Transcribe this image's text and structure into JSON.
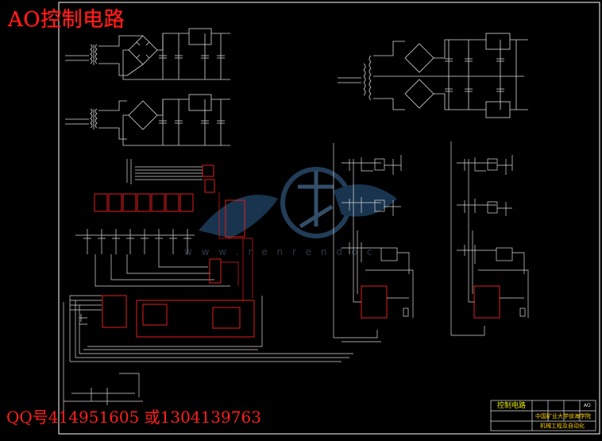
{
  "drawing": {
    "overlay_title": "AO控制电路",
    "contact_line": "QQ号414951605 或1304139763",
    "watermark_domain": "w w w . r e n r e n d o c"
  },
  "title_block": {
    "drawing_name": "控制电路",
    "school_line1": "中国矿业大学徐海学院",
    "school_line2": "机械工程及自动化",
    "code": "AO"
  },
  "colors": {
    "background": "#000000",
    "frame": "#ffffff",
    "wire": "#d8d8d8",
    "highlight": "#e01e1e",
    "component": "#ffffff",
    "watermark": "#7aa7d6",
    "overlay_text": "#ff1e1e"
  },
  "icons": {
    "transformer": "transformer-icon",
    "bridge_rectifier": "bridge-rectifier-icon",
    "capacitor": "capacitor-icon",
    "regulator": "voltage-regulator-icon",
    "chip": "ic-chip-icon",
    "watermark": "watermark-logo-icon"
  }
}
